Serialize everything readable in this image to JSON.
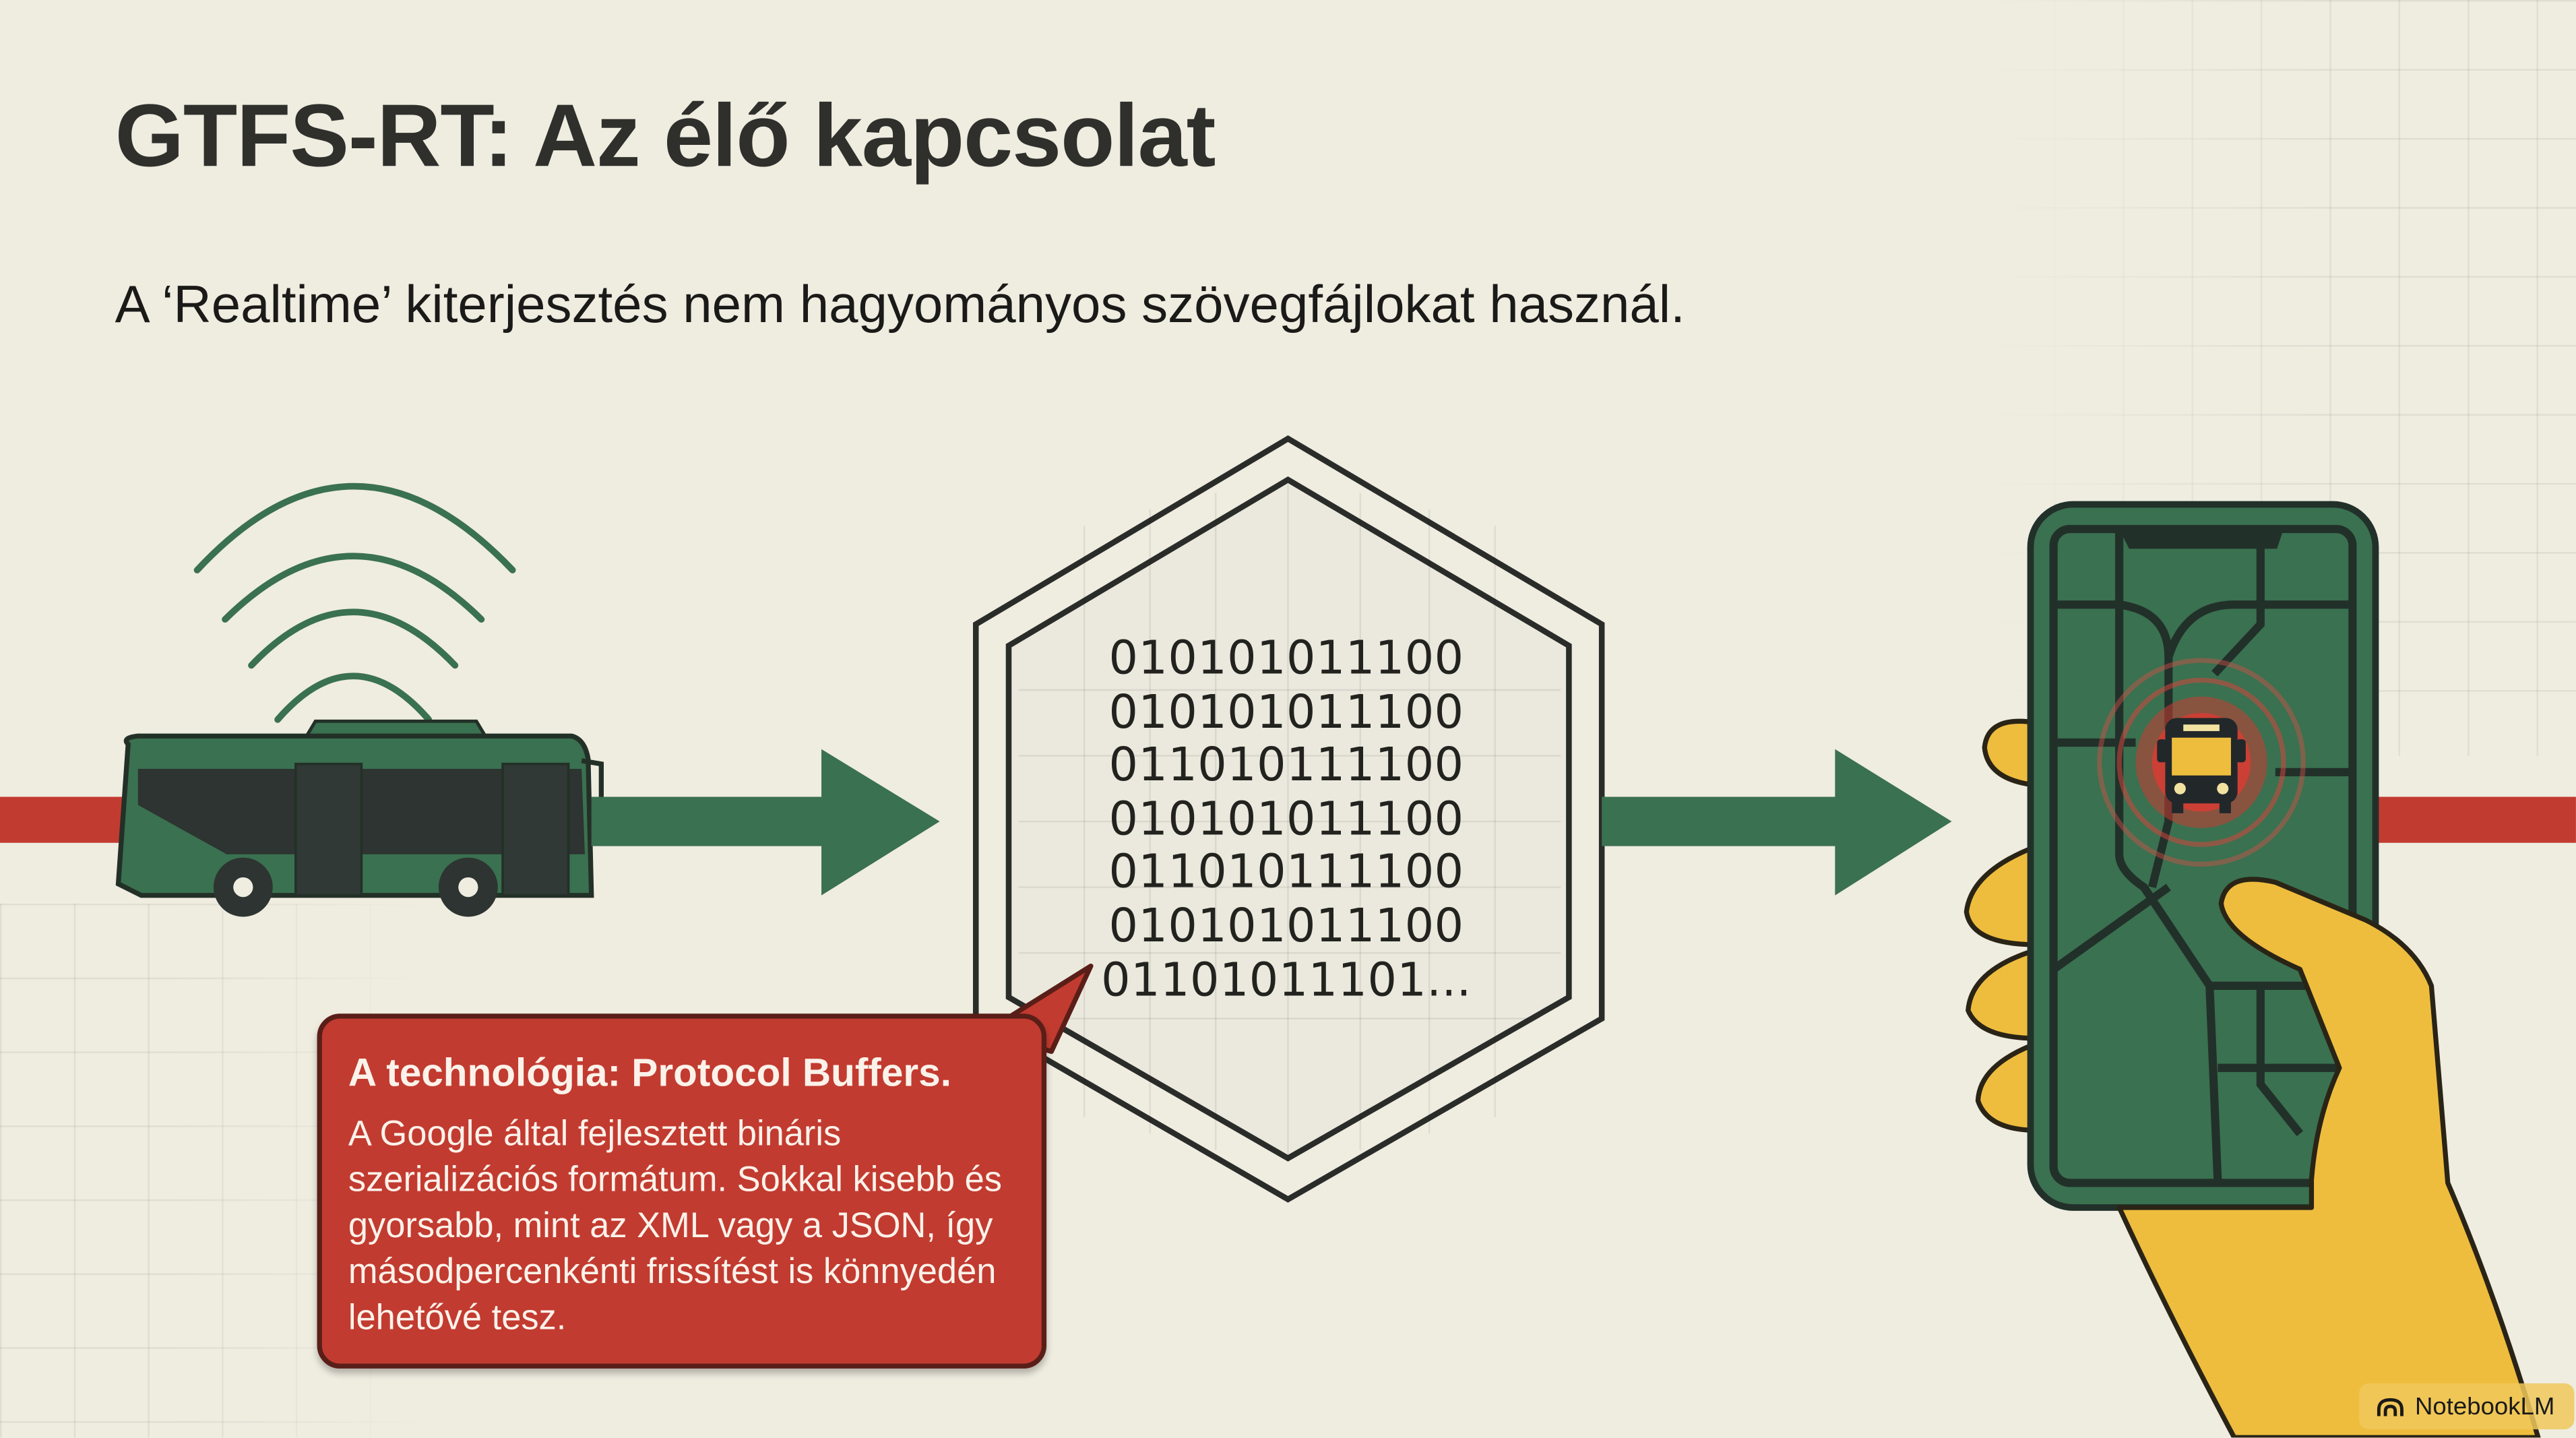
{
  "slide": {
    "title": "GTFS-RT: Az élő kapcsolat",
    "subtitle": "A ‘Realtime’ kiterjesztés nem hagyományos szövegfájlokat használ."
  },
  "diagram": {
    "flow": [
      "bus-with-signal",
      "arrow",
      "binary-hexagon",
      "arrow",
      "phone-map-tracking"
    ],
    "binary_lines": [
      "010101011100",
      "010101011100",
      "011010111100",
      "010101011100",
      "011010111100",
      "010101011100",
      "01101011101..."
    ]
  },
  "callout": {
    "title": "A technológia: Protocol Buffers.",
    "body": "A Google által fejlesztett bináris szerializációs formátum. Sokkal kisebb és gyorsabb, mint az XML vagy a JSON, így másodpercenkénti frissítést is könnyedén lehetővé tesz."
  },
  "watermark": {
    "label": "NotebookLM",
    "icon": "notebooklm-logo-icon"
  },
  "colors": {
    "background": "#efece0",
    "green": "#3a7150",
    "dark": "#2a302c",
    "red": "#c23b30",
    "yellow": "#eebd3e",
    "title": "#2f302c"
  }
}
